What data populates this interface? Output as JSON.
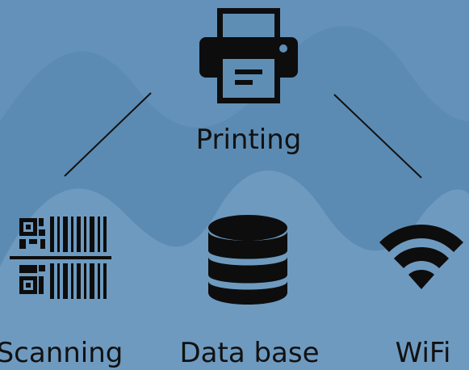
{
  "diagram": {
    "colors": {
      "background": "#5b8bb3",
      "wave": "#6f9bc0",
      "wave_light": "#7ea8c9",
      "icon": "#0d0d0d",
      "connector": "#111111"
    },
    "root": {
      "label": "Printing",
      "icon": "printer-icon"
    },
    "children": [
      {
        "label": "Scanning",
        "icon": "barcode-scanner-icon"
      },
      {
        "label": "Data base",
        "icon": "database-icon"
      },
      {
        "label": "WiFi",
        "icon": "wifi-icon"
      }
    ]
  }
}
